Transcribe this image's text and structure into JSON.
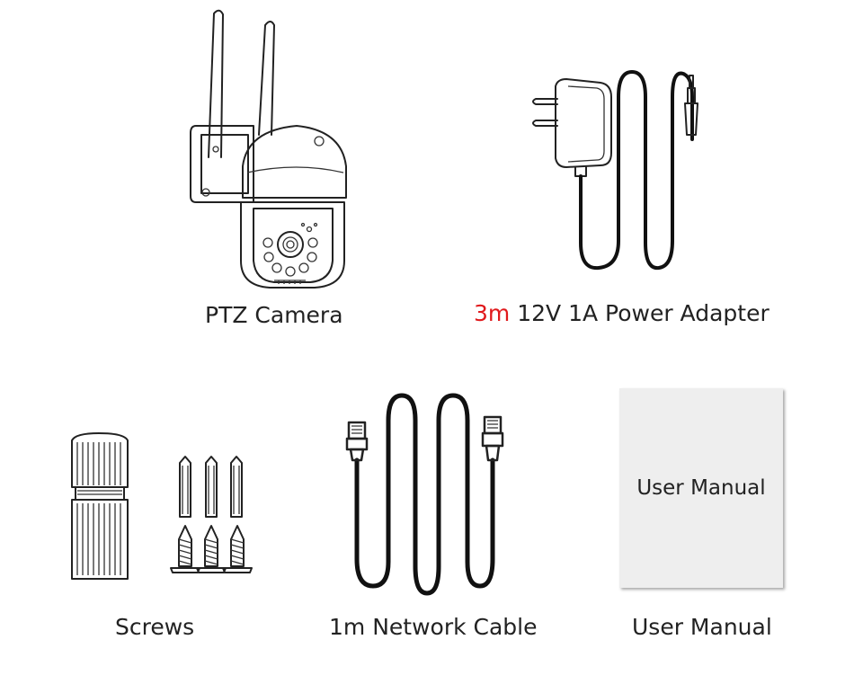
{
  "items": {
    "camera": {
      "label": "PTZ Camera"
    },
    "adapter": {
      "label_highlight": "3m",
      "label_rest": " 12V 1A Power Adapter"
    },
    "screws": {
      "label": "Screws"
    },
    "cable": {
      "label": "1m Network Cable"
    },
    "manual": {
      "booklet_text": "User Manual",
      "label": "User Manual"
    }
  },
  "colors": {
    "accent": "#e0191c",
    "text": "#222222",
    "manual_bg": "#eeeeee"
  }
}
